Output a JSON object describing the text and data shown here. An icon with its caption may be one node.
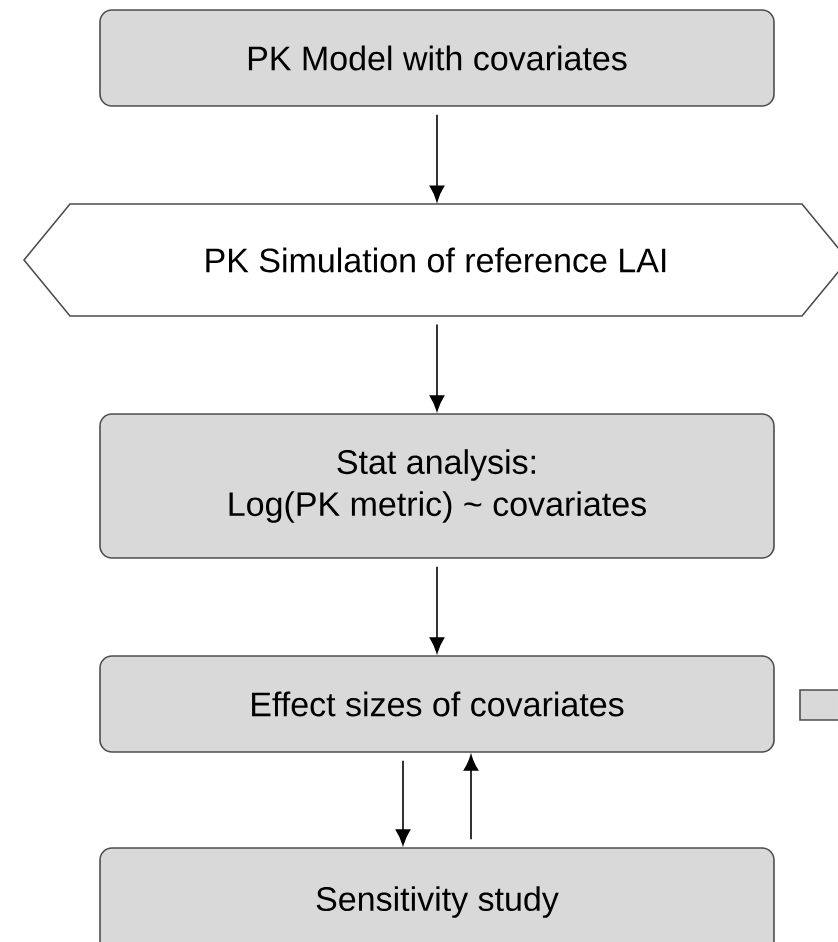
{
  "diagram": {
    "nodes": [
      {
        "text": [
          "PK Model with covariates"
        ]
      },
      {
        "text": [
          "PK Simulation of reference LAI"
        ]
      },
      {
        "text": [
          "Stat analysis:",
          "Log(PK metric) ~ covariates"
        ]
      },
      {
        "text": [
          "Effect sizes of covariates"
        ]
      },
      {
        "text": [
          "Sensitivity study"
        ]
      },
      {
        "text": [],
        "shape": "box"
      }
    ],
    "edges": [
      {
        "from": 0,
        "to": 1,
        "arrow": "to"
      },
      {
        "from": 1,
        "to": 2,
        "arrow": "to"
      },
      {
        "from": 2,
        "to": 3,
        "arrow": "to"
      },
      {
        "from": 3,
        "to": 4,
        "arrow": "to"
      },
      {
        "from": 4,
        "to": 3,
        "arrow": "to"
      }
    ]
  }
}
